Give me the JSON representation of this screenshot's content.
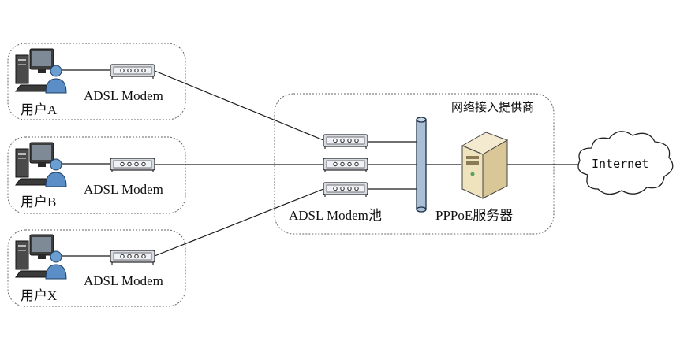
{
  "users": [
    {
      "label": "用户A",
      "modem_label": "ADSL Modem"
    },
    {
      "label": "用户B",
      "modem_label": "ADSL Modem"
    },
    {
      "label": "用户X",
      "modem_label": "ADSL Modem"
    }
  ],
  "isp": {
    "title": "网络接入提供商",
    "modem_pool_label": "ADSL Modem池",
    "server_label": "PPPoE服务器"
  },
  "internet": {
    "label": "Internet"
  },
  "icons": {
    "user": "computer-user-icon",
    "modem": "adsl-modem-icon",
    "server": "server-tower-icon",
    "bus": "bus-cylinder-icon",
    "cloud": "internet-cloud-icon"
  }
}
